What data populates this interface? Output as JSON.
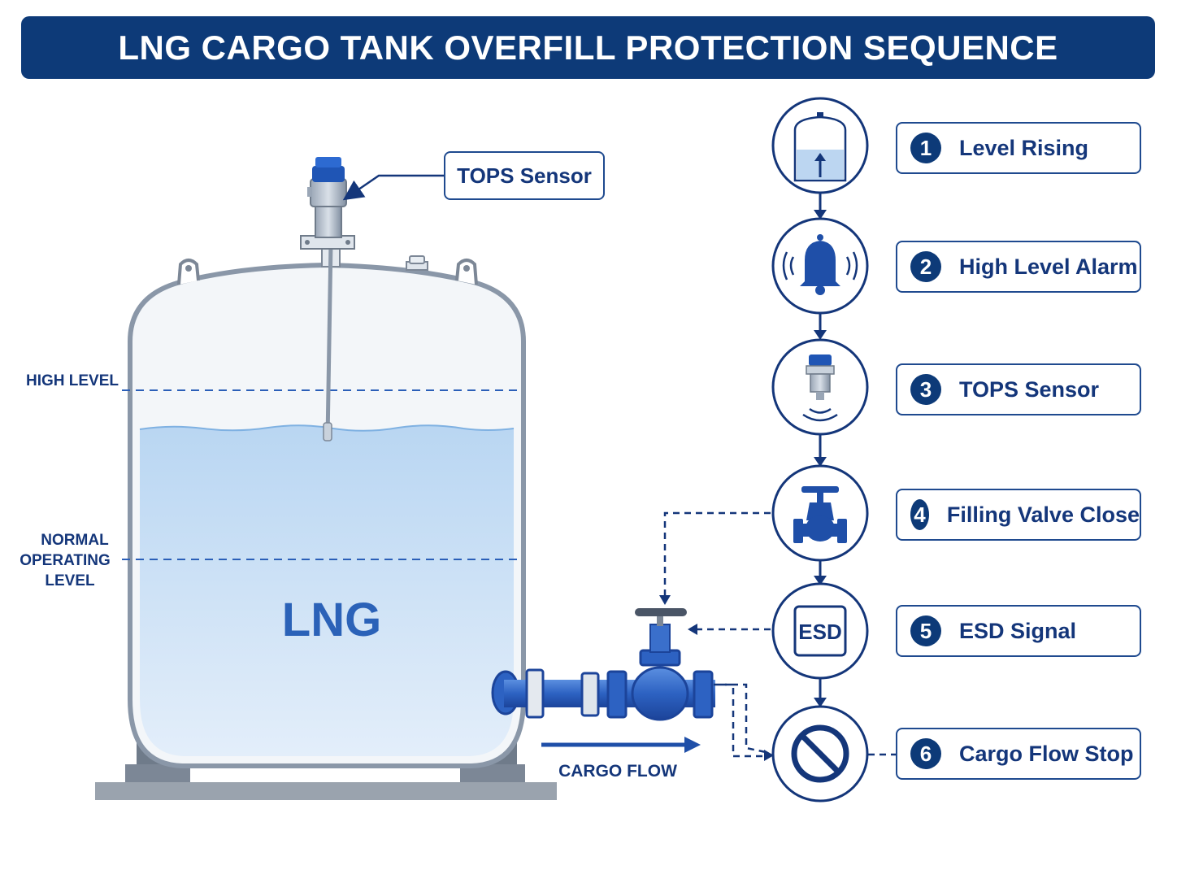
{
  "title": "LNG CARGO TANK OVERFILL PROTECTION SEQUENCE",
  "tank": {
    "contents_label": "LNG",
    "high_level_label": "HIGH LEVEL",
    "normal_level_lines": [
      "NORMAL",
      "OPERATING",
      "LEVEL"
    ],
    "sensor_callout": "TOPS Sensor",
    "flow_label": "CARGO FLOW"
  },
  "steps": [
    {
      "number": "1",
      "label": "Level Rising",
      "icon": "tank-level-rising-icon"
    },
    {
      "number": "2",
      "label": "High Level Alarm",
      "icon": "alarm-bell-icon"
    },
    {
      "number": "3",
      "label": "TOPS Sensor",
      "icon": "tops-sensor-icon"
    },
    {
      "number": "4",
      "label": "Filling Valve Close",
      "icon": "gate-valve-icon"
    },
    {
      "number": "5",
      "label": "ESD Signal",
      "icon": "esd-icon",
      "icon_text": "ESD"
    },
    {
      "number": "6",
      "label": "Cargo Flow Stop",
      "icon": "prohibited-icon"
    }
  ],
  "colors": {
    "navy": "#0d3a78",
    "blue": "#2b5fb8",
    "liquid": "#cfe3f7",
    "steel": "#8a97a8"
  }
}
